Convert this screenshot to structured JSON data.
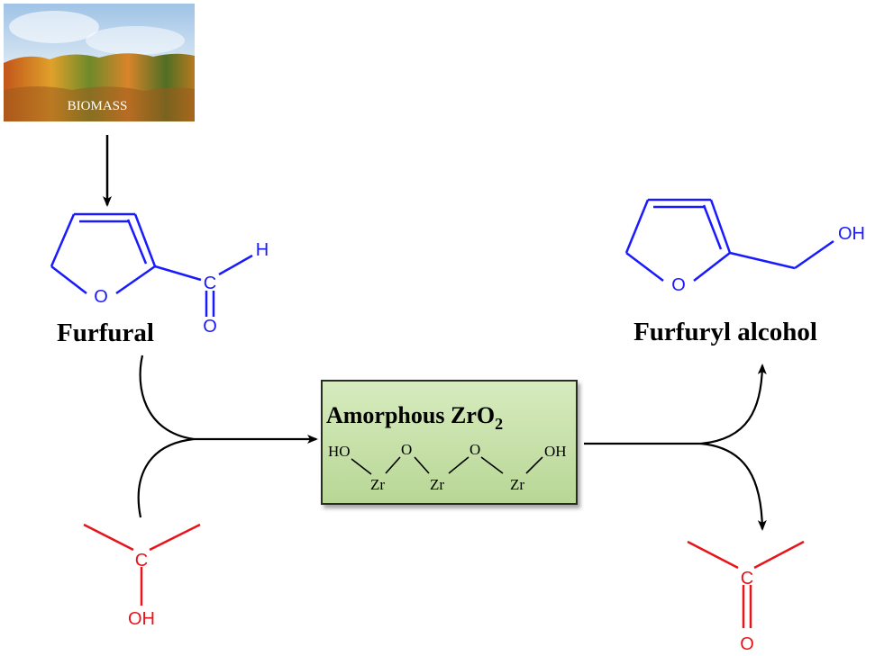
{
  "biomass": {
    "label": "BIOMASS"
  },
  "furfural": {
    "name": "Furfural",
    "atoms": {
      "O": "O",
      "C": "C",
      "O_carbonyl": "O",
      "H": "H"
    }
  },
  "furfuryl_alcohol": {
    "name": "Furfuryl alcohol",
    "atoms": {
      "O": "O",
      "OH": "OH"
    }
  },
  "isopropanol": {
    "atoms": {
      "C": "C",
      "OH": "OH"
    }
  },
  "acetone": {
    "atoms": {
      "C": "C",
      "O": "O"
    }
  },
  "catalyst": {
    "title_main": "Amorphous ZrO",
    "title_sub": "2",
    "atoms": {
      "HO": "HO",
      "OH": "OH",
      "Zr1": "Zr",
      "Zr2": "Zr",
      "Zr3": "Zr",
      "O1": "O",
      "O2": "O"
    }
  },
  "colors": {
    "reactant_blue": "#1a1aff",
    "donor_red": "#e8141b",
    "catalyst_fill": "#c6dfa6",
    "arrow": "#000000"
  }
}
